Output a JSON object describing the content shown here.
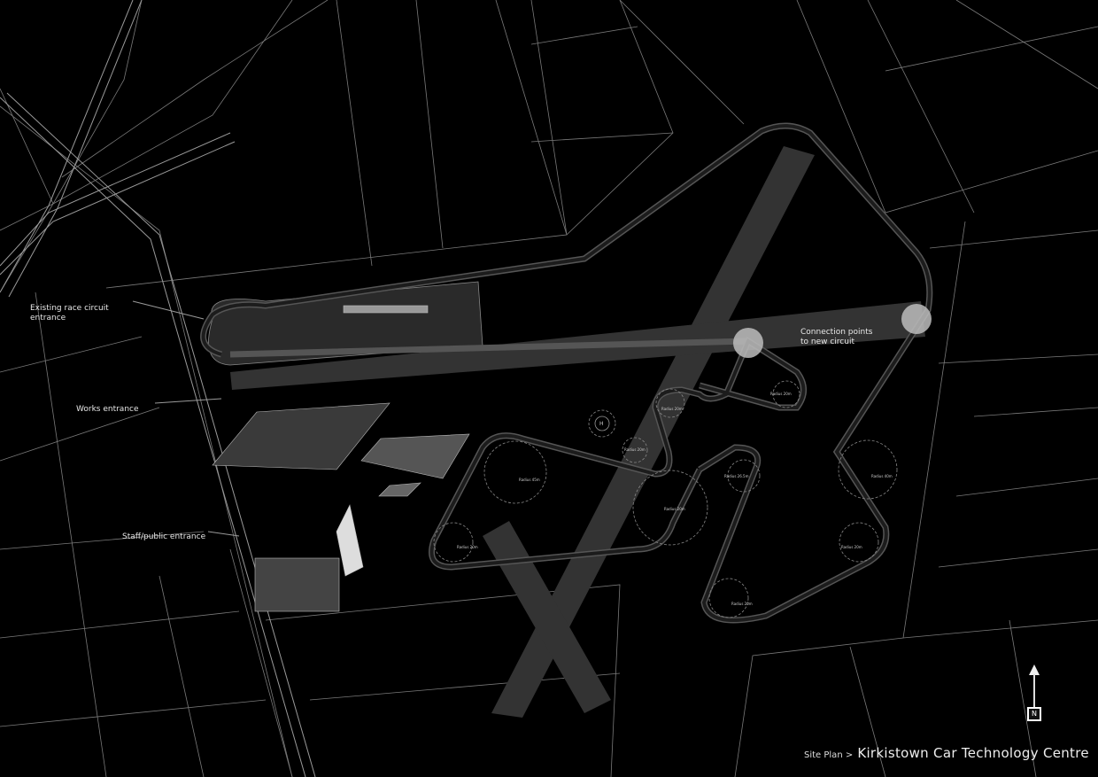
{
  "labels": {
    "existing_entrance": "Existing race circuit entrance",
    "works_entrance": "Works entrance",
    "staff_entrance": "Staff/public entrance",
    "connection_points": "Connection points to new circuit",
    "helipad": "H"
  },
  "radius_labels": [
    "Radius 20m",
    "Radius 20m",
    "Radius 20m",
    "Radius 26.5m",
    "Radius 45m",
    "Radius 20m",
    "Radius 40m",
    "Radius 20m",
    "Radius 20m",
    "Radius 20m"
  ],
  "title": {
    "prefix": "Site Plan >",
    "main": "Kirkistown Car Technology Centre"
  },
  "north_arrow": {
    "label": "N"
  },
  "colors": {
    "background": "#000000",
    "track": "#2e2e2e",
    "runway": "#333333",
    "lines": "#8a8a8a"
  }
}
